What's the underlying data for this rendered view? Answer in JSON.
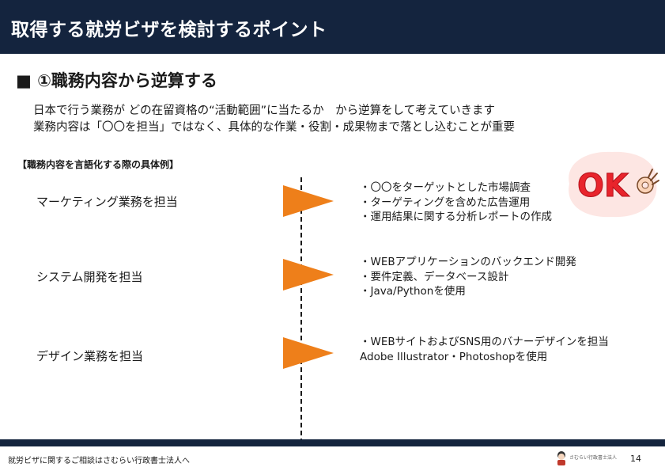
{
  "title": "取得する就労ビザを検討するポイント",
  "section": {
    "heading": "■ ①職務内容から逆算する"
  },
  "intro": {
    "line1": "日本で行う業務が どの在留資格の“活動範囲”に当たるか　から逆算をして考えていきます",
    "line2": "業務内容は「〇〇を担当」ではなく、具体的な作業・役割・成果物まで落とし込むことが重要"
  },
  "examples_label": "【職務内容を言語化する際の具体例】",
  "examples": [
    {
      "role": "マーケティング業務を担当",
      "details": [
        "・〇〇をターゲットとした市場調査",
        "・ターゲティングを含めた広告運用",
        "・運用結果に関する分析レポートの作成"
      ]
    },
    {
      "role": "システム開発を担当",
      "details": [
        "・WEBアプリケーションのバックエンド開発",
        "・要件定義、データベース設計",
        "・Java/Pythonを使用"
      ]
    },
    {
      "role": "デザイン業務を担当",
      "details": [
        "・WEBサイトおよびSNS用のバナーデザインを担当",
        "Adobe Illustrator・Photoshopを使用"
      ]
    }
  ],
  "ok_badge": {
    "text": "OK"
  },
  "footer": {
    "text": "就労ビザに関するご相談はさむらい行政書士法人へ",
    "logo_text": "さむらい行政書士法人",
    "page_number": "14"
  },
  "colors": {
    "title_bar": "#14243e",
    "flag": "#ee7f1a",
    "ok_red": "#e8242c",
    "ok_bg": "#fde6e3"
  }
}
